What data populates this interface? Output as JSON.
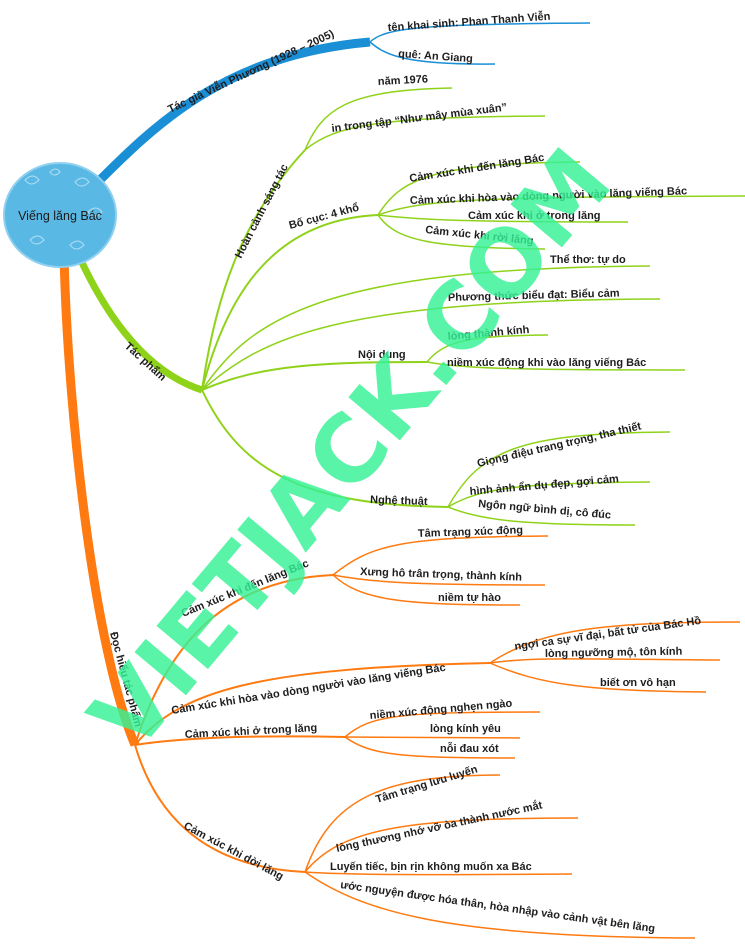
{
  "root": {
    "label": "Viếng lăng Bác"
  },
  "colors": {
    "author": "#1b8fd6",
    "work": "#8fd21a",
    "reading": "#ff7a10",
    "root": "#5ab8e4",
    "watermark": "#35f296"
  },
  "author": {
    "label": "Tác giả Viễn Phương (1928 – 2005)",
    "children": [
      "tên khai sinh: Phan Thanh Viễn",
      "quê: An Giang"
    ]
  },
  "work": {
    "label": "Tác phẩm",
    "context": {
      "label": "Hoàn cảnh sáng tác",
      "children": [
        "năm 1976",
        "in trong tập “Như mây mùa xuân”"
      ]
    },
    "structure": {
      "label": "Bố cục: 4 khổ",
      "children": [
        "Cảm xúc khi đến lăng Bác",
        "Cảm xúc khi hòa vào dòng người vào lăng viếng Bác",
        "Cảm xúc khi ở trong lăng",
        "Cảm xúc khi rời lăng"
      ]
    },
    "form": "Thể thơ: tự do",
    "mode": "Phương thức biểu đạt: Biểu cảm",
    "content": {
      "label": "Nội dung",
      "children": [
        "lòng thành kính",
        "niềm xúc động khi vào lăng viếng Bác"
      ]
    },
    "art": {
      "label": "Nghệ thuật",
      "children": [
        "Giọng điệu trang trọng, tha thiết",
        "hình ảnh ẩn dụ đẹp, gợi cảm",
        "Ngôn ngữ bình dị, cô đúc"
      ]
    }
  },
  "reading": {
    "label": "Đọc hiểu tác phẩm",
    "arrive": {
      "label": "Cảm xúc khi đến lăng Bác",
      "children": [
        "Tâm trạng xúc động",
        "Xưng hô trân trọng, thành kính",
        "niềm tự hào"
      ]
    },
    "join": {
      "label": "Cảm xúc khi hòa vào dòng người vào lăng viếng Bác",
      "children": [
        "ngợi ca sự vĩ đại, bất tử của Bác Hồ",
        "lòng ngưỡng mộ, tôn kính",
        "biết ơn vô hạn"
      ]
    },
    "inside": {
      "label": "Cảm xúc khi ở trong lăng",
      "children": [
        "niềm xúc động nghẹn ngào",
        "lòng kính yêu",
        "nỗi đau xót"
      ]
    },
    "leave": {
      "label": "Cảm xúc khi dời lăng",
      "children": [
        "Tâm trạng lưu luyến",
        "lòng thương nhớ vỡ òa thành nước mắt",
        "Luyến tiếc, bịn rịn không muốn xa Bác",
        "ước nguyện được hóa thân, hòa nhập vào cảnh vật bên lăng"
      ]
    }
  },
  "watermark": "VIETJACK.COM"
}
